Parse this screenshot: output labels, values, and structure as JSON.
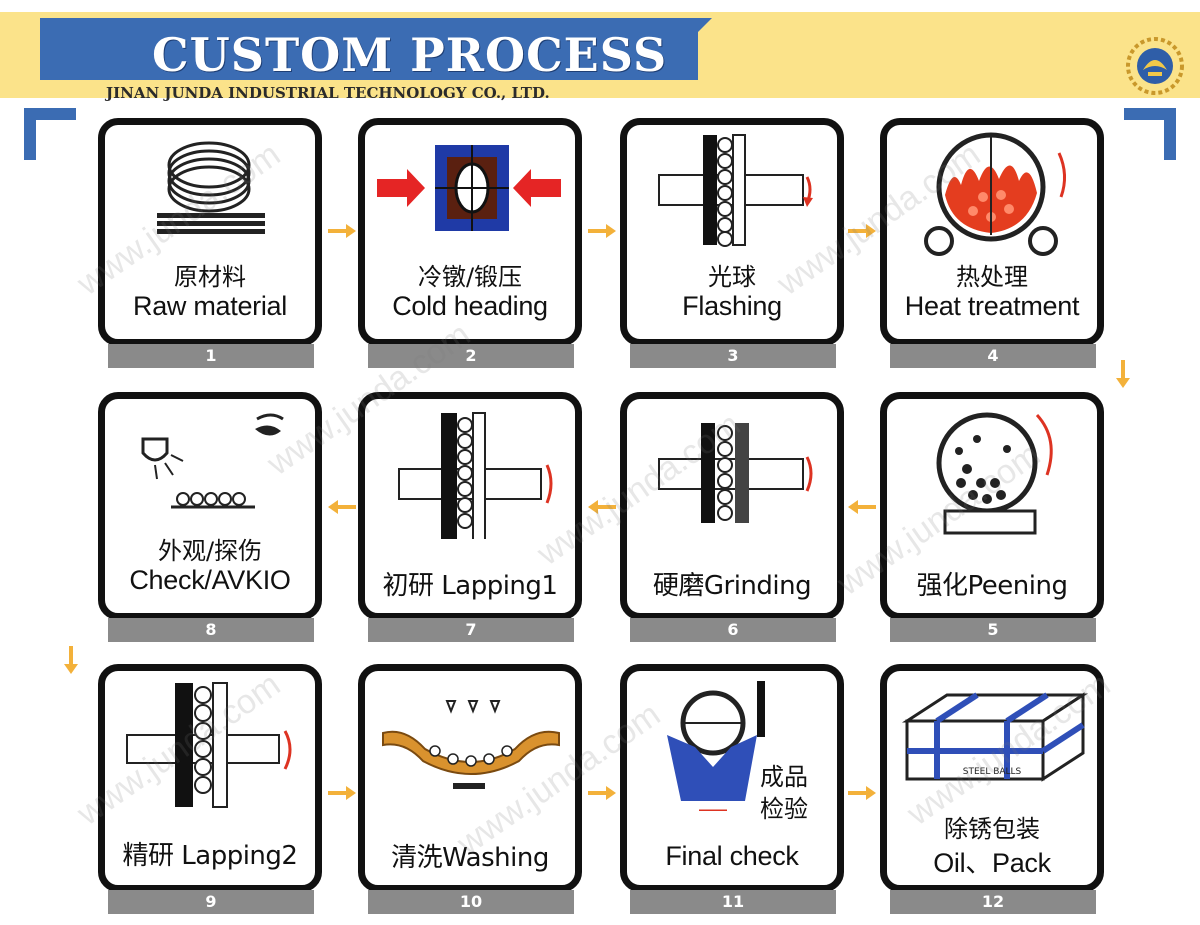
{
  "header": {
    "title": "CUSTOM PROCESS",
    "company": "JINAN JUNDA INDUSTRIAL TECHNOLOGY CO., LTD."
  },
  "watermark_text": "www.junda.com",
  "steps": [
    {
      "num": "1",
      "cn": "原材料",
      "en": "Raw material",
      "icon": "wire-coil-icon"
    },
    {
      "num": "2",
      "cn": "冷镦/锻压",
      "en": "Cold heading",
      "icon": "cold-heading-die-icon"
    },
    {
      "num": "3",
      "cn": "光球",
      "en": "Flashing",
      "icon": "flashing-plates-icon"
    },
    {
      "num": "4",
      "cn": "热处理",
      "en": "Heat treatment",
      "icon": "furnace-drum-icon"
    },
    {
      "num": "5",
      "label": "强化Peening",
      "icon": "peening-drum-icon"
    },
    {
      "num": "6",
      "label": "硬磨Grinding",
      "icon": "grinding-plates-icon"
    },
    {
      "num": "7",
      "label": "初研 Lapping1",
      "icon": "lapping-plates-icon"
    },
    {
      "num": "8",
      "cn": "外观/探伤",
      "en": "Check/AVKIO",
      "icon": "inspection-light-icon"
    },
    {
      "num": "9",
      "label": "精研 Lapping2",
      "icon": "lapping-plates-icon"
    },
    {
      "num": "10",
      "label": "清洗Washing",
      "icon": "washing-conveyor-icon"
    },
    {
      "num": "11",
      "cn": "成品\n检验",
      "en": "Final check",
      "icon": "final-check-gauge-icon"
    },
    {
      "num": "12",
      "cn": "除锈包装",
      "en": "Oil、Pack",
      "icon": "packing-crate-icon"
    }
  ],
  "crate_text": "STEEL BALLS",
  "colors": {
    "header_bg": "#fbe38a",
    "title_bg": "#3b6cb3",
    "arrow": "#f3b13a",
    "number_bar": "#8a8a8a"
  }
}
